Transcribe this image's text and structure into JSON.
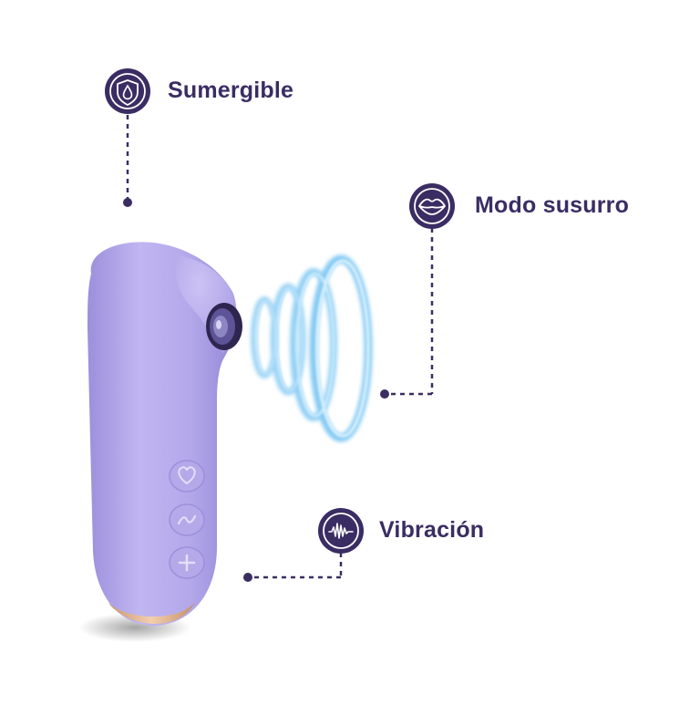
{
  "features": [
    {
      "id": "sumergible",
      "label": "Sumergible",
      "icon": "water-drop-shield-icon"
    },
    {
      "id": "modo-susurro",
      "label": "Modo susurro",
      "icon": "lips-icon"
    },
    {
      "id": "vibracion",
      "label": "Vibración",
      "icon": "sound-wave-icon"
    }
  ],
  "colors": {
    "accent": "#3a2d63",
    "device_body": "#b8acec",
    "device_shadow": "#8f82cf",
    "tip": "#e3b895",
    "pulse_rings": "#6fc1f2",
    "background": "#ffffff"
  },
  "device": {
    "buttons": [
      "heart-button-icon",
      "wave-button-icon",
      "plus-button-icon"
    ]
  }
}
